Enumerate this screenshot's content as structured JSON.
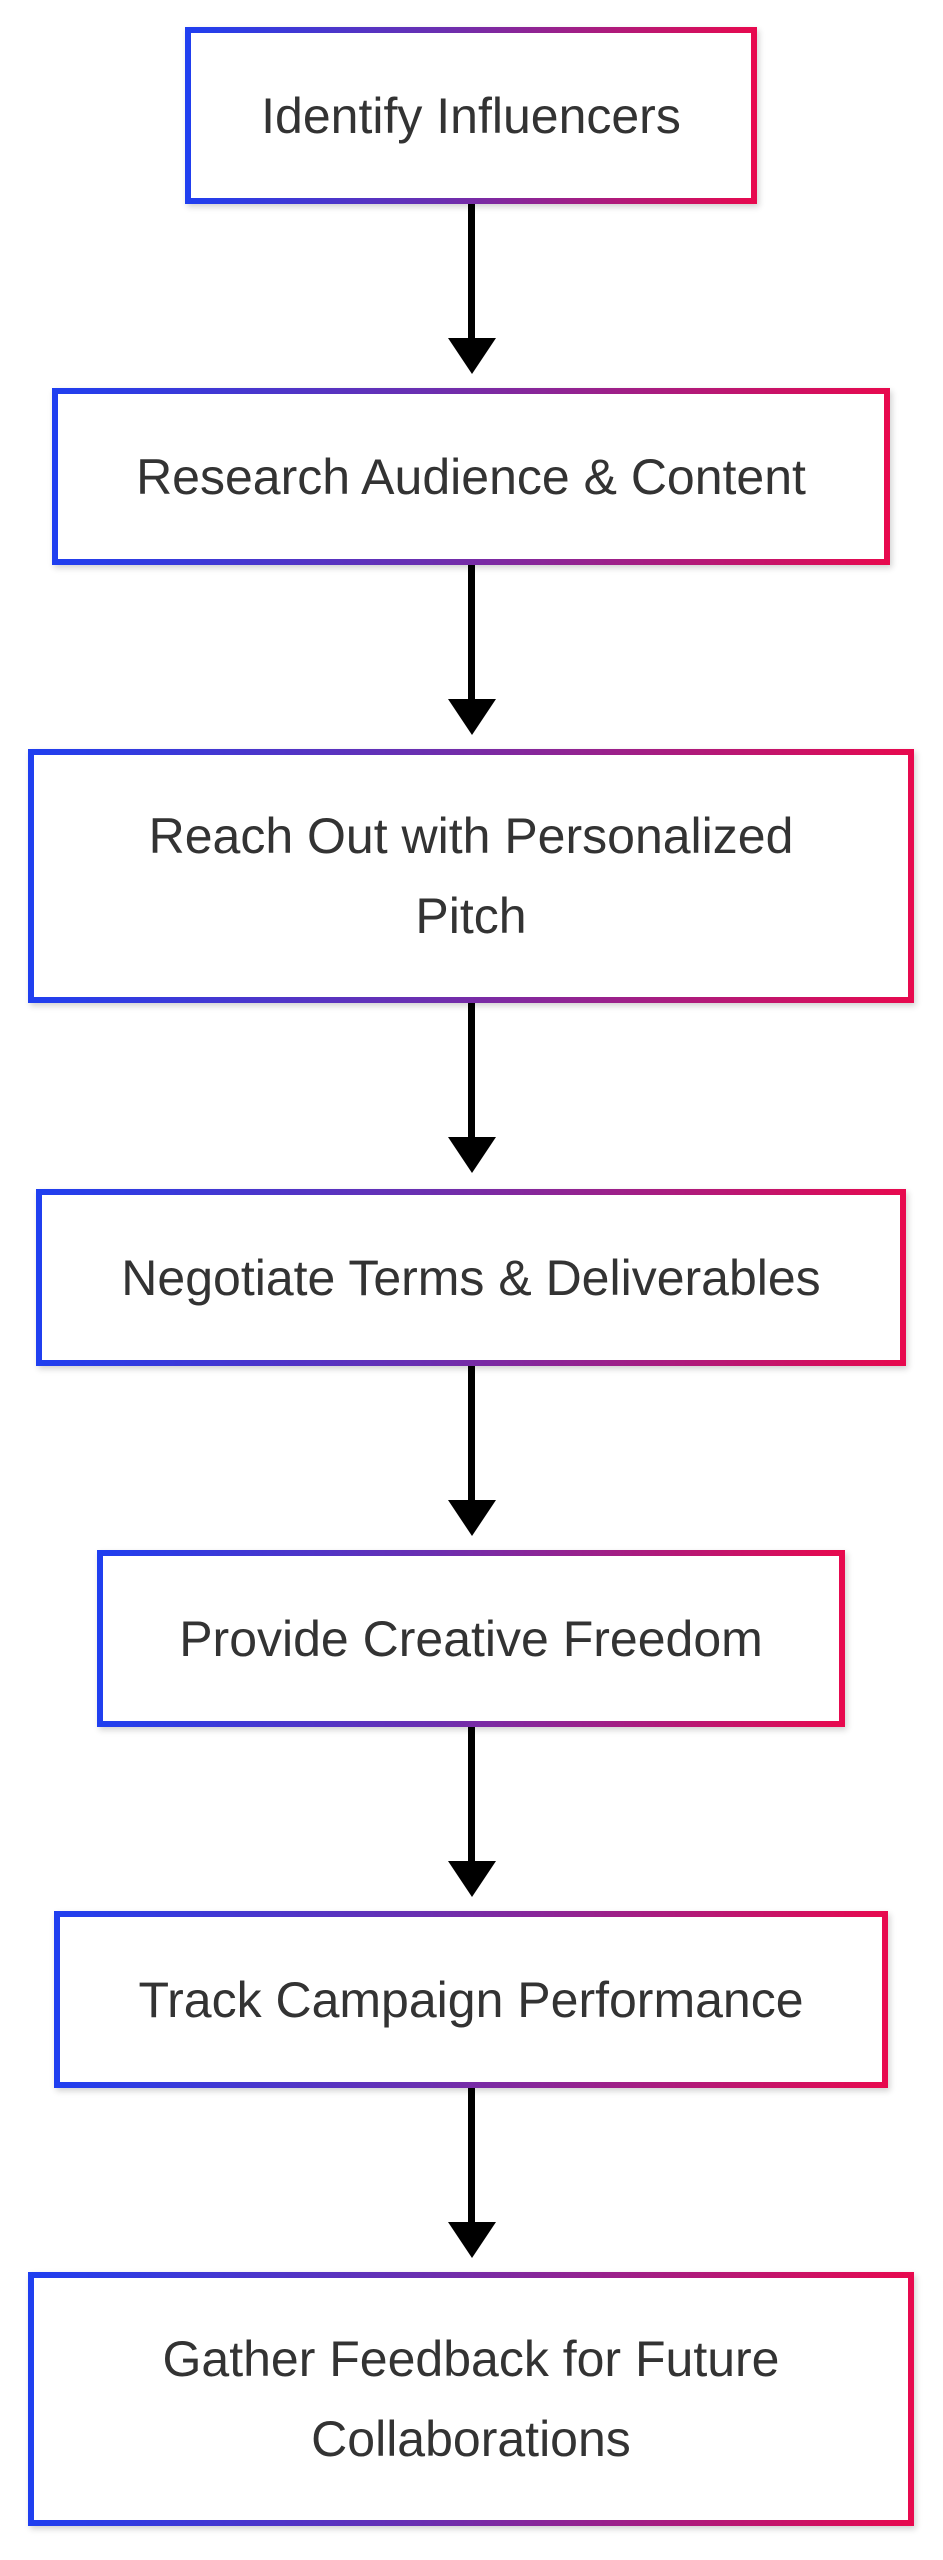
{
  "flowchart": {
    "steps": [
      {
        "label": "Identify Influencers"
      },
      {
        "label": "Research Audience & Content"
      },
      {
        "label": "Reach Out with Personalized Pitch"
      },
      {
        "label": "Negotiate Terms & Deliverables"
      },
      {
        "label": "Provide Creative Freedom"
      },
      {
        "label": "Track Campaign Performance"
      },
      {
        "label": "Gather Feedback for Future Collaborations"
      }
    ],
    "colors": {
      "border_gradient_start": "#1f3ff0",
      "border_gradient_end": "#e8094e",
      "text": "#333333",
      "arrow": "#000000"
    }
  }
}
